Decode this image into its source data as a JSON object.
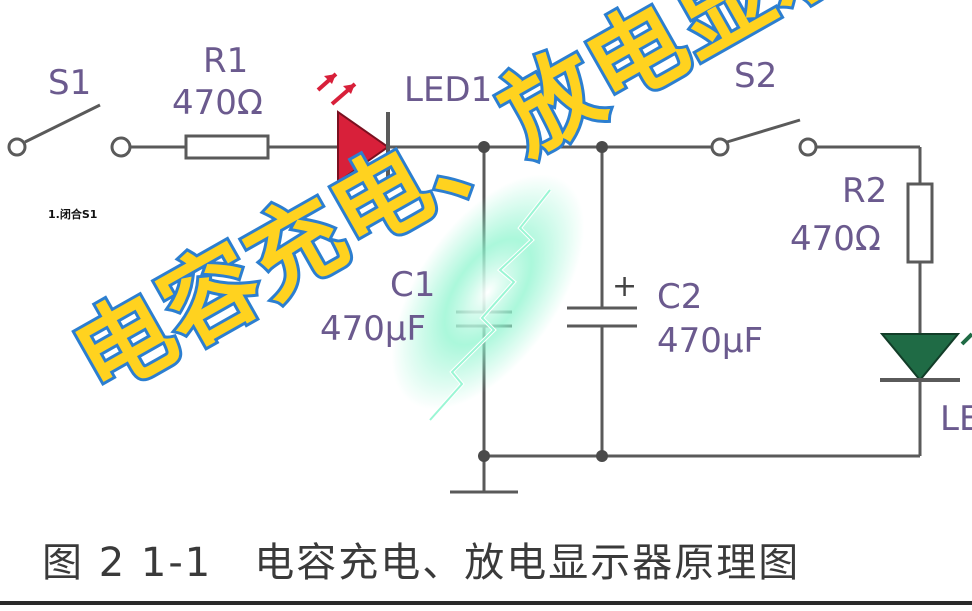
{
  "diagram": {
    "s1_label": "S1",
    "r1_label": "R1",
    "r1_value": "470Ω",
    "led1_label": "LED1",
    "s2_label": "S2",
    "r2_label": "R2",
    "r2_value": "470Ω",
    "c1_label": "C1",
    "c1_value": "470μF",
    "c2_label": "C2",
    "c2_value": "470μF",
    "c2_polarity": "+",
    "led2_label_partial": "LE",
    "caption": "图 2 1-1　电容充电、放电显示器原理图"
  },
  "annotation": {
    "step_note": "1.闭合S1"
  },
  "overlay": {
    "title": "电容充电、放电显示器"
  },
  "colors": {
    "wire": "#5a5a5a",
    "led1": "#d8203a",
    "led2": "#1f6b45",
    "label": "#6b5a8e",
    "overlay_fill": "#ffd21f",
    "overlay_stroke": "#2d7fd0",
    "spark": "#8ff5cf"
  }
}
